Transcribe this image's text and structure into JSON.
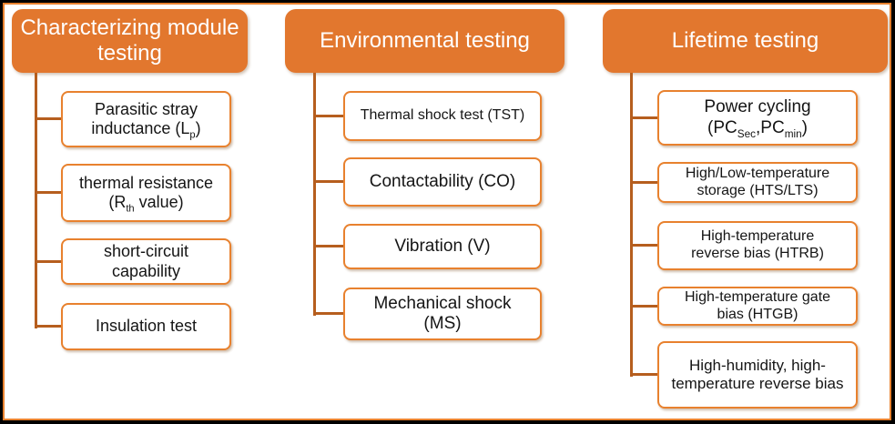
{
  "colors": {
    "frame_border": "#000000",
    "inner_line": "#E8812E",
    "page_bg": "#ffffff",
    "header_fill": "#E2772E",
    "header_text": "#ffffff",
    "box_fill": "#ffffff",
    "box_border": "#E8812E",
    "box_text": "#151515",
    "connector": "#B65E1E"
  },
  "columns": [
    {
      "header": "Characterizing module testing",
      "items": [
        {
          "parts": [
            {
              "t": "Parasitic stray inductance (L"
            },
            {
              "sub": "p"
            },
            {
              "t": ")"
            }
          ]
        },
        {
          "parts": [
            {
              "t": "thermal resistance (R"
            },
            {
              "sub": "th"
            },
            {
              "t": " value)"
            }
          ]
        },
        {
          "parts": [
            {
              "t": "short-circuit capability"
            }
          ]
        },
        {
          "parts": [
            {
              "t": "Insulation test"
            }
          ]
        }
      ]
    },
    {
      "header": "Environmental testing",
      "items": [
        {
          "parts": [
            {
              "t": "Thermal shock test (TST)"
            }
          ]
        },
        {
          "parts": [
            {
              "t": "Contactability (CO)"
            }
          ]
        },
        {
          "parts": [
            {
              "t": "Vibration (V)"
            }
          ]
        },
        {
          "parts": [
            {
              "t": "Mechanical shock"
            },
            {
              "br": true
            },
            {
              "t": "(MS)"
            }
          ]
        }
      ]
    },
    {
      "header": "Lifetime testing",
      "items": [
        {
          "parts": [
            {
              "t": "Power cycling"
            },
            {
              "br": true
            },
            {
              "t": "(PC"
            },
            {
              "sub": "Sec"
            },
            {
              "t": ",PC"
            },
            {
              "sub": "min"
            },
            {
              "t": ")"
            }
          ]
        },
        {
          "parts": [
            {
              "t": "High/Low-temperature"
            },
            {
              "br": true
            },
            {
              "t": "storage (HTS/LTS)"
            }
          ]
        },
        {
          "parts": [
            {
              "t": "High-temperature"
            },
            {
              "br": true
            },
            {
              "t": "reverse bias (HTRB)"
            }
          ]
        },
        {
          "parts": [
            {
              "t": "High-temperature gate"
            },
            {
              "br": true
            },
            {
              "t": "bias (HTGB)"
            }
          ]
        },
        {
          "parts": [
            {
              "t": "High-humidity, high-"
            },
            {
              "br": true
            },
            {
              "t": "temperature reverse bias"
            }
          ]
        }
      ]
    }
  ]
}
